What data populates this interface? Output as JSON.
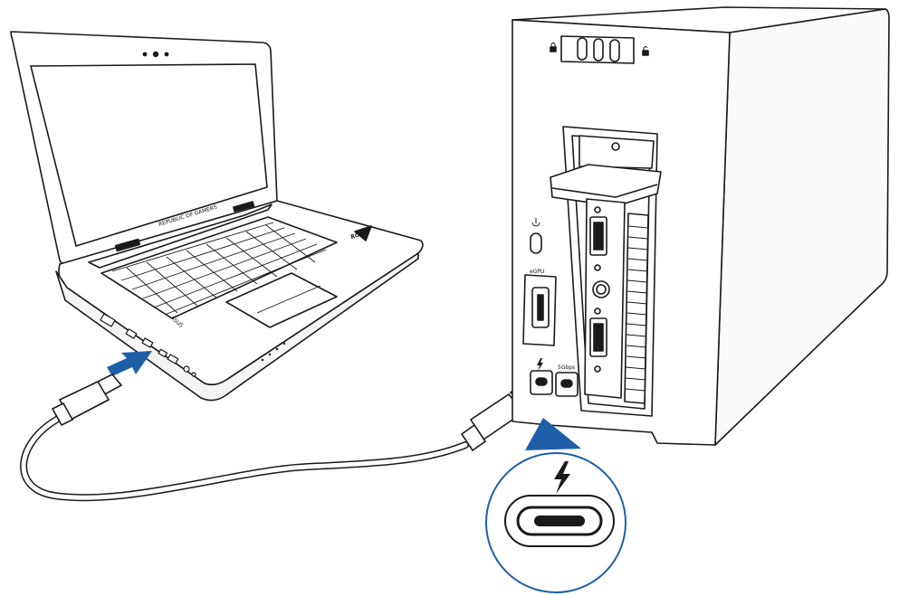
{
  "labels": {
    "laptop_brand_tagline": "REPUBLIC OF GAMERS",
    "laptop_badge": "ROG",
    "laptop_logo": "ASUS",
    "dock_port_label_1": "eGPU",
    "dock_port_label_2": "5Gbps"
  },
  "icons": {
    "thunderbolt_symbol": "thunderbolt-icon",
    "power_symbol": "power-icon",
    "lock_closed": "lock-closed-icon",
    "lock_open": "lock-open-icon",
    "arrow_laptop": "arrow-right-icon",
    "arrow_dock": "arrow-up-icon"
  },
  "colors": {
    "line": "#1a1a1a",
    "accent_arrow": "#1f5fa8",
    "cable_fill": "#ffffff",
    "background": "#ffffff"
  }
}
